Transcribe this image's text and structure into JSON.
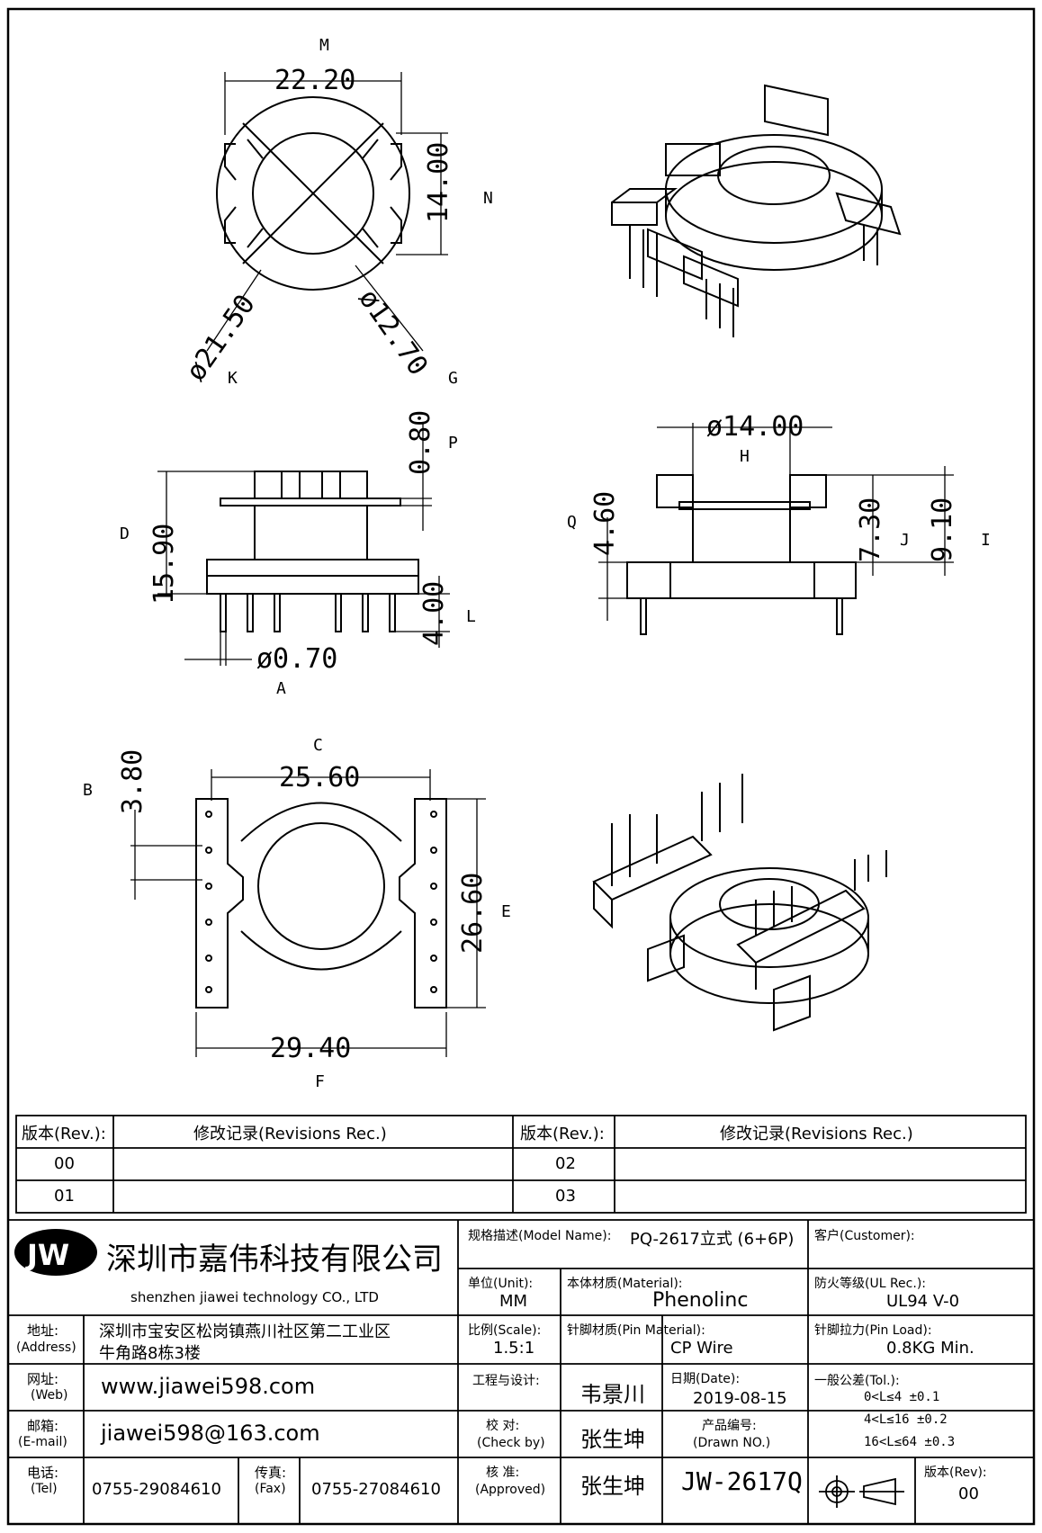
{
  "dimensions": {
    "M": {
      "tag": "M",
      "value": "22.20"
    },
    "N": {
      "tag": "N",
      "value": "14.00"
    },
    "K": {
      "tag": "K",
      "value": "ø21.50"
    },
    "G": {
      "tag": "G",
      "value": "ø12.70"
    },
    "P": {
      "tag": "P",
      "value": "0.80"
    },
    "D": {
      "tag": "D",
      "value": "15.90"
    },
    "L": {
      "tag": "L",
      "value": "4.00"
    },
    "A": {
      "tag": "A",
      "value": "ø0.70"
    },
    "H": {
      "tag": "H",
      "value": "ø14.00"
    },
    "Q": {
      "tag": "Q",
      "value": "4.60"
    },
    "J": {
      "tag": "J",
      "value": "7.30"
    },
    "I": {
      "tag": "I",
      "value": "9.10"
    },
    "B": {
      "tag": "B",
      "value": "3.80"
    },
    "C": {
      "tag": "C",
      "value": "25.60"
    },
    "E": {
      "tag": "E",
      "value": "26.60"
    },
    "F": {
      "tag": "F",
      "value": "29.40"
    }
  },
  "revisions": {
    "rev_header": "版本(Rev.):",
    "rec_header": "修改记录(Revisions Rec.)",
    "left_rows": [
      "00",
      "01"
    ],
    "right_rows": [
      "02",
      "03"
    ]
  },
  "company": {
    "logo": "JW",
    "name_cn": "深圳市嘉伟科技有限公司",
    "name_en": "shenzhen  jiawei  technology  CO., LTD",
    "address_label": "地址:",
    "address_label_en": "(Address)",
    "address_line1": "深圳市宝安区松岗镇燕川社区第二工业区",
    "address_line2": "牛角路8栋3楼",
    "web_label": "网址:",
    "web_label_en": "(Web)",
    "web": "www.jiawei598.com",
    "email_label": "邮箱:",
    "email_label_en": "(E-mail)",
    "email": "jiawei598@163.com",
    "tel_label": "电话:",
    "tel_label_en": "(Tel)",
    "tel": "0755-29084610",
    "fax_label": "传真:",
    "fax_label_en": "(Fax)",
    "fax": "0755-27084610"
  },
  "spec": {
    "model_label": "规格描述(Model Name):",
    "model": "PQ-2617立式 (6+6P)",
    "customer_label": "客户(Customer):",
    "unit_label": "单位(Unit):",
    "unit": "MM",
    "material_label": "本体材质(Material):",
    "material": "Phenolinc",
    "ul_label": "防火等级(UL Rec.):",
    "ul": "UL94 V-0",
    "scale_label": "比例(Scale):",
    "scale": "1.5:1",
    "pin_material_label": "针脚材质(Pin Material):",
    "pin_material": "CP Wire",
    "pin_load_label": "针脚拉力(Pin Load):",
    "pin_load": "0.8KG Min.",
    "design_label": "工程与设计:",
    "designer": "韦景川",
    "date_label": "日期(Date):",
    "date": "2019-08-15",
    "tol_label": "一般公差(Tol.):",
    "tol1": "0<L≤4    ±0.1",
    "tol2": "4<L≤16   ±0.2",
    "tol3": "16<L≤64  ±0.3",
    "check_label": "校  对:",
    "check_label_en": "(Check by)",
    "checker": "张生坤",
    "product_no_label": "产品编号:",
    "product_no_label_en": "(Drawn NO.)",
    "approve_label": "核  准:",
    "approve_label_en": "(Approved)",
    "approver": "张生坤",
    "drawing_no": "JW-2617Q",
    "rev_label": "版本(Rev):",
    "rev": "00"
  }
}
